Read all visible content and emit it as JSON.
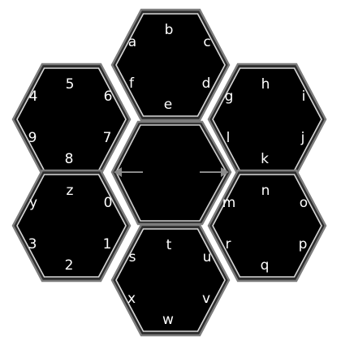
{
  "keyboard": {
    "hexes": [
      {
        "id": "top",
        "keys": [
          "a",
          "b",
          "c",
          "d",
          "e",
          "f"
        ]
      },
      {
        "id": "upper-left",
        "keys": [
          "4",
          "5",
          "6",
          "7",
          "8",
          "9"
        ]
      },
      {
        "id": "upper-right",
        "keys": [
          "g",
          "h",
          "i",
          "j",
          "k",
          "l"
        ]
      },
      {
        "id": "lower-left",
        "keys": [
          "y",
          "z",
          "0",
          "1",
          "2",
          "3"
        ]
      },
      {
        "id": "lower-right",
        "keys": [
          "m",
          "n",
          "o",
          "p",
          "q",
          "r"
        ]
      },
      {
        "id": "bottom",
        "keys": [
          "s",
          "t",
          "u",
          "v",
          "w",
          "x"
        ]
      }
    ],
    "center": {
      "arrows": [
        "left-arrow-icon",
        "right-arrow-icon"
      ]
    },
    "colors": {
      "key_fill": "#000000",
      "key_border": "#d8d8d8",
      "shell": "#2d2d2d",
      "text": "#ffffff"
    }
  }
}
